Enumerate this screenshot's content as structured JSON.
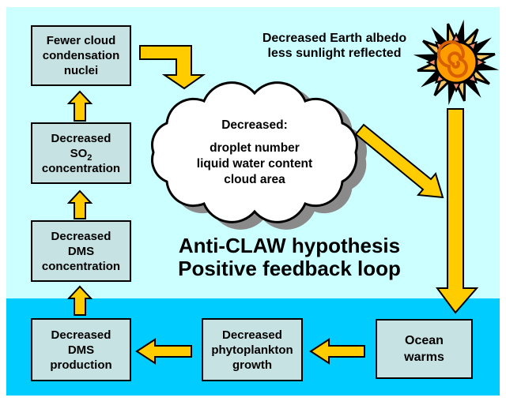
{
  "title": {
    "line1": "Anti-CLAW hypothesis",
    "line2": "Positive feedback loop"
  },
  "albedo_note": {
    "line1": "Decreased Earth albedo",
    "line2": "less sunlight reflected"
  },
  "cloud": {
    "heading": "Decreased:",
    "items": [
      "droplet number",
      "liquid water content",
      "cloud area"
    ]
  },
  "boxes": {
    "fewer_ccn": {
      "line1": "Fewer cloud",
      "line2": "condensation",
      "line3": "nuclei"
    },
    "so2": {
      "line1": "Decreased",
      "line2_main": "SO",
      "line2_sub": "2",
      "line3": "concentration"
    },
    "dms_concentration": {
      "line1": "Decreased",
      "line2": "DMS",
      "line3": "concentration"
    },
    "dms_production": {
      "line1": "Decreased",
      "line2": "DMS",
      "line3": "production"
    },
    "phytoplankton": {
      "line1": "Decreased",
      "line2": "phytoplankton",
      "line3": "growth"
    },
    "ocean_warms": {
      "line1": "Ocean",
      "line2": "warms"
    }
  },
  "icons": {
    "sun": "sun-icon",
    "cloud": "cloud-shape",
    "flow_arrows": [
      "arrow-up-so2-to-ccn",
      "arrow-up-dmsconc-to-so2",
      "arrow-up-dmsprod-to-dmsconc",
      "arrow-elbow-ccn-to-cloud",
      "arrow-diagonal-cloud-to-ocean",
      "arrow-down-sun-to-ocean",
      "arrow-left-phyto-to-dmsprod",
      "arrow-left-ocean-to-phyto"
    ]
  },
  "colors": {
    "sky": "#CCFFFF",
    "ocean": "#00CCFF",
    "box_fill": "#C6E2E2",
    "arrow_fill": "#FFCC00",
    "outline": "#000000",
    "cloud_fill": "#FFFFFF",
    "cloud_shadow": "#8A8A8A",
    "sun_ray": "#F2C462",
    "sun_center": "#FF9C00",
    "sun_accent": "#F48C6E",
    "sun_spiral": "#D86000"
  }
}
